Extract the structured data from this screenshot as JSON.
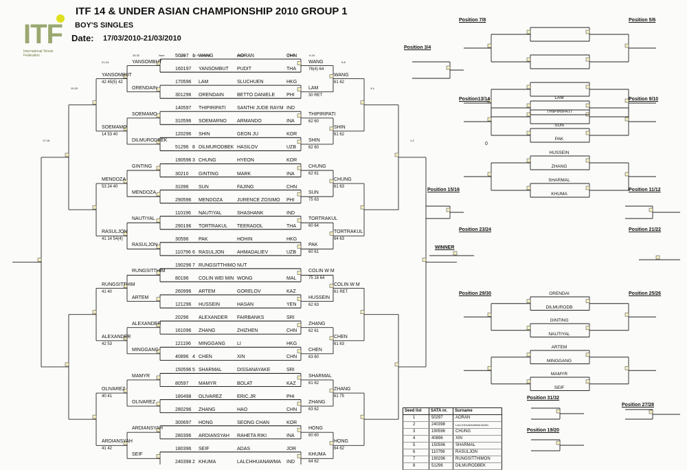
{
  "header": {
    "title": "ITF 14 & UNDER ASIAN CHAMPIONSHIP 2010 GROUP 1",
    "subtitle": "BOY'S SINGLES",
    "date_label": "Date:",
    "date_value": "17/03/2010-21/03/2010",
    "logo_text": "ITF",
    "logo_sub": "International Tennis Federation"
  },
  "columns": {
    "c1": "25-32",
    "c2": "Num",
    "c3": "Dob",
    "c4": "SD SURNAME",
    "c5": "NAME",
    "c6": "PROV",
    "c7": "9-16",
    "c8": "5-8",
    "l1": "21-24",
    "l2": "19-20",
    "l3": "17-18",
    "r1": "3-4",
    "r2": "1-2"
  },
  "draw": [
    {
      "num": "50297",
      "sd": "1",
      "surname": "WANG",
      "name": "AORAN",
      "prov": "CHN"
    },
    {
      "num": "160197",
      "sd": "",
      "surname": "YANSOMBUT",
      "name": "PUDIT",
      "prov": "THA"
    },
    {
      "num": "170596",
      "sd": "",
      "surname": "LAM",
      "name": "SLUCHUEN",
      "prov": "HKG"
    },
    {
      "num": "301296",
      "sd": "",
      "surname": "ORENDAIN",
      "name": "BETTO DANIELE",
      "prov": "PHI"
    },
    {
      "num": "140597",
      "sd": "",
      "surname": "THIPIRIPATI",
      "name": "SANTHI JUDE RAYM",
      "prov": "IND"
    },
    {
      "num": "310596",
      "sd": "",
      "surname": "SOEMARNO",
      "name": "ARMANDO",
      "prov": "INA"
    },
    {
      "num": "120296",
      "sd": "",
      "surname": "SHIN",
      "name": "GEON JU",
      "prov": "KOR"
    },
    {
      "num": "51296",
      "sd": "8",
      "surname": "DILMURODBEK",
      "name": "HASILOV",
      "prov": "UZB"
    },
    {
      "num": "190596",
      "sd": "3",
      "surname": "CHUNG",
      "name": "HYEON",
      "prov": "KOR"
    },
    {
      "num": "30210",
      "sd": "",
      "surname": "GINTING",
      "name": "MARK",
      "prov": "INA"
    },
    {
      "num": "31096",
      "sd": "",
      "surname": "SUN",
      "name": "FAJING",
      "prov": "CHN"
    },
    {
      "num": "290596",
      "sd": "",
      "surname": "MENDOZA",
      "name": "JURENCE ZOSIMO",
      "prov": "PHI"
    },
    {
      "num": "110196",
      "sd": "",
      "surname": "NAUTIYAL",
      "name": "SHASHANK",
      "prov": "IND"
    },
    {
      "num": "290196",
      "sd": "",
      "surname": "TORTRAKUL",
      "name": "TEERADOL",
      "prov": "THA"
    },
    {
      "num": "30596",
      "sd": "",
      "surname": "PAK",
      "name": "HOHIN",
      "prov": "HKG"
    },
    {
      "num": "110796",
      "sd": "6",
      "surname": "RASULJON",
      "name": "AHMADALIEV",
      "prov": "UZB"
    },
    {
      "num": "190296",
      "sd": "7",
      "surname": "RUNGSITTHIMO",
      "name": "NUT",
      "prov": ""
    },
    {
      "num": "80196",
      "sd": "",
      "surname": "COLIN WEI MIN",
      "name": "WONG",
      "prov": "MAL"
    },
    {
      "num": "260996",
      "sd": "",
      "surname": "ARTEM",
      "name": "GORELOV",
      "prov": "KAZ"
    },
    {
      "num": "121296",
      "sd": "",
      "surname": "HUSSEIN",
      "name": "HASAN",
      "prov": "YEN"
    },
    {
      "num": "20296",
      "sd": "",
      "surname": "ALEXANDER",
      "name": "FAIRBANKS",
      "prov": "SRI"
    },
    {
      "num": "161096",
      "sd": "",
      "surname": "ZHANG",
      "name": "ZHIZHEN",
      "prov": "CHN"
    },
    {
      "num": "121196",
      "sd": "",
      "surname": "MINGGANG",
      "name": "LI",
      "prov": "HKG"
    },
    {
      "num": "40896",
      "sd": "4",
      "surname": "CHEN",
      "name": "XIN",
      "prov": "CHN"
    },
    {
      "num": "150596",
      "sd": "5",
      "surname": "SHARMAL",
      "name": "DISSANAYAKE",
      "prov": "SRI"
    },
    {
      "num": "80597",
      "sd": "",
      "surname": "MAMYR",
      "name": "BOLAT",
      "prov": "KAZ"
    },
    {
      "num": "180498",
      "sd": "",
      "surname": "OLIVAREZ",
      "name": "ERIC.JR",
      "prov": "PHI"
    },
    {
      "num": "280296",
      "sd": "",
      "surname": "ZHANG",
      "name": "HAO",
      "prov": "CHN"
    },
    {
      "num": "300697",
      "sd": "",
      "surname": "HONG",
      "name": "SEONG CHAN",
      "prov": "KOR"
    },
    {
      "num": "280396",
      "sd": "",
      "surname": "ARDIANSYAH",
      "name": "RAHETA RIKI",
      "prov": "INA"
    },
    {
      "num": "180396",
      "sd": "",
      "surname": "SEIF",
      "name": "ADAS",
      "prov": "JOR"
    },
    {
      "num": "240398",
      "sd": "2",
      "surname": "KHUMA",
      "name": "LALCHHUANAWMA",
      "prov": "IND"
    }
  ],
  "r2_right": [
    {
      "name": "WANG",
      "score": "76(4) 64"
    },
    {
      "name": "LAM",
      "score": "30 RET"
    },
    {
      "name": "THIPIRIPATI",
      "score": "62 60"
    },
    {
      "name": "SHIN",
      "score": "62 60"
    },
    {
      "name": "CHUNG",
      "score": "62 61"
    },
    {
      "name": "SUN",
      "score": "75 63"
    },
    {
      "name": "TORTRAKUL",
      "score": "60 64"
    },
    {
      "name": "PAK",
      "score": "60 61"
    },
    {
      "name": "COLIN W M",
      "score": "75 16 64"
    },
    {
      "name": "HUSSEIN",
      "score": "62 63"
    },
    {
      "name": "ZHANG",
      "score": "62 61"
    },
    {
      "name": "CHEN",
      "score": "63 60"
    },
    {
      "name": "SHARMAL",
      "score": "61 62"
    },
    {
      "name": "ZHANG",
      "score": "63 62"
    },
    {
      "name": "HONG",
      "score": "60 60"
    },
    {
      "name": "KHUMA",
      "score": "64 62"
    }
  ],
  "r3_right": [
    {
      "name": "WANG",
      "score": "61 62"
    },
    {
      "name": "SHIN",
      "score": "61 62"
    },
    {
      "name": "CHUNG",
      "score": "61 63"
    },
    {
      "name": "TORTRAKUL",
      "score": "64 63"
    },
    {
      "name": "COLIN W M",
      "score": "61 RET"
    },
    {
      "name": "CHEN",
      "score": "61 63"
    },
    {
      "name": "ZHANG",
      "score": "61 75"
    },
    {
      "name": "HONG",
      "score": "64 62"
    }
  ],
  "r1_left": [
    "YANSOMBUT",
    "ORENDAIN",
    "SOEMAMO",
    "DILMURODBEK",
    "GINTING",
    "MENDOZA",
    "NAUTIYAL",
    "RASULJON",
    "RUNGSITTHIM",
    "ARTEM",
    "ALEXANDER",
    "MINGGANG",
    "MAMYR",
    "OLIVAREZ",
    "ARDIANSYAH",
    "SEIF"
  ],
  "r2_left": [
    {
      "name": "YANSOMBUT",
      "score": "42 45(5) 42"
    },
    {
      "name": "SOEMAMO",
      "score": "14 53 40"
    },
    {
      "name": "MENDOZA",
      "score": "53 24 40"
    },
    {
      "name": "RASULJON",
      "score": "41 14 54(4)"
    },
    {
      "name": "RUNGSITTHIM",
      "score": "41 40"
    },
    {
      "name": "ALEXANDER",
      "score": "42 53"
    },
    {
      "name": "OLIVAREZ",
      "score": "40 41"
    },
    {
      "name": "ARDIANSYAH",
      "score": "41 42"
    }
  ],
  "positions": {
    "p78": "Position 7/8",
    "p56": "Position 5/6",
    "p34": "Position 3/4",
    "p1314": "Position13/14",
    "p910": "Position 9/10",
    "p1516": "Position 15/16",
    "p1112": "Position 11/12",
    "p2324": "Position 23/24",
    "p2122": "Position 21/22",
    "winner": "WINNER",
    "p2930": "Position 29/30",
    "p2526": "Position 25/26",
    "p3132": "Position 31/32",
    "p2728": "Position 27/28",
    "p1920": "Position 19/20"
  },
  "pos_9_16": [
    "LAM",
    "THIPIRIPATI",
    "SUN",
    "PAK",
    "HUSSEIN",
    "ZHANG",
    "SHARMAL",
    "KHUMA"
  ],
  "pos_9_16_note": "0",
  "pos_25_32": [
    "ORENDAI",
    "DILMURODB",
    "GINTING",
    "NAUTIYAL",
    "ARTEM",
    "MINGGANG",
    "MAMYR",
    "SEIF"
  ],
  "seed_list": {
    "headers": [
      "Seed list",
      "SATA nr.",
      "Surname"
    ],
    "rows": [
      [
        "1",
        "50297",
        "AORAN"
      ],
      [
        "2",
        "240398",
        "LALCHHUANAWMA BASIL"
      ],
      [
        "3",
        "190596",
        "CHUNG"
      ],
      [
        "4",
        "40896",
        "XIN"
      ],
      [
        "5",
        "150596",
        "SHARMAL"
      ],
      [
        "6",
        "110796",
        "RASULJON"
      ],
      [
        "7",
        "190296",
        "RUNGSITTHIMON"
      ],
      [
        "8",
        "51296",
        "DILMURODBEK"
      ]
    ]
  }
}
